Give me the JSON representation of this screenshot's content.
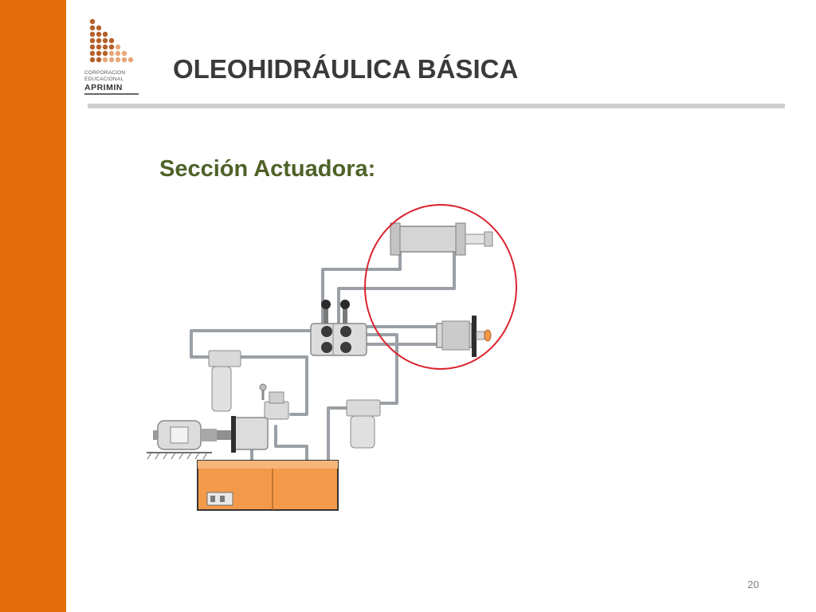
{
  "slide": {
    "title": "OLEOHIDRÁULICA BÁSICA",
    "subtitle": "Sección Actuadora:",
    "page_number": "20"
  },
  "logo": {
    "line1": "CORPORACION",
    "line2": "EDUCACIONAL",
    "line3": "APRIMIN"
  },
  "colors": {
    "accent_bar": "#E46C0A",
    "subtitle": "#4F6228",
    "highlight_circle": "#D9232E",
    "oil": "#F39A4A"
  }
}
